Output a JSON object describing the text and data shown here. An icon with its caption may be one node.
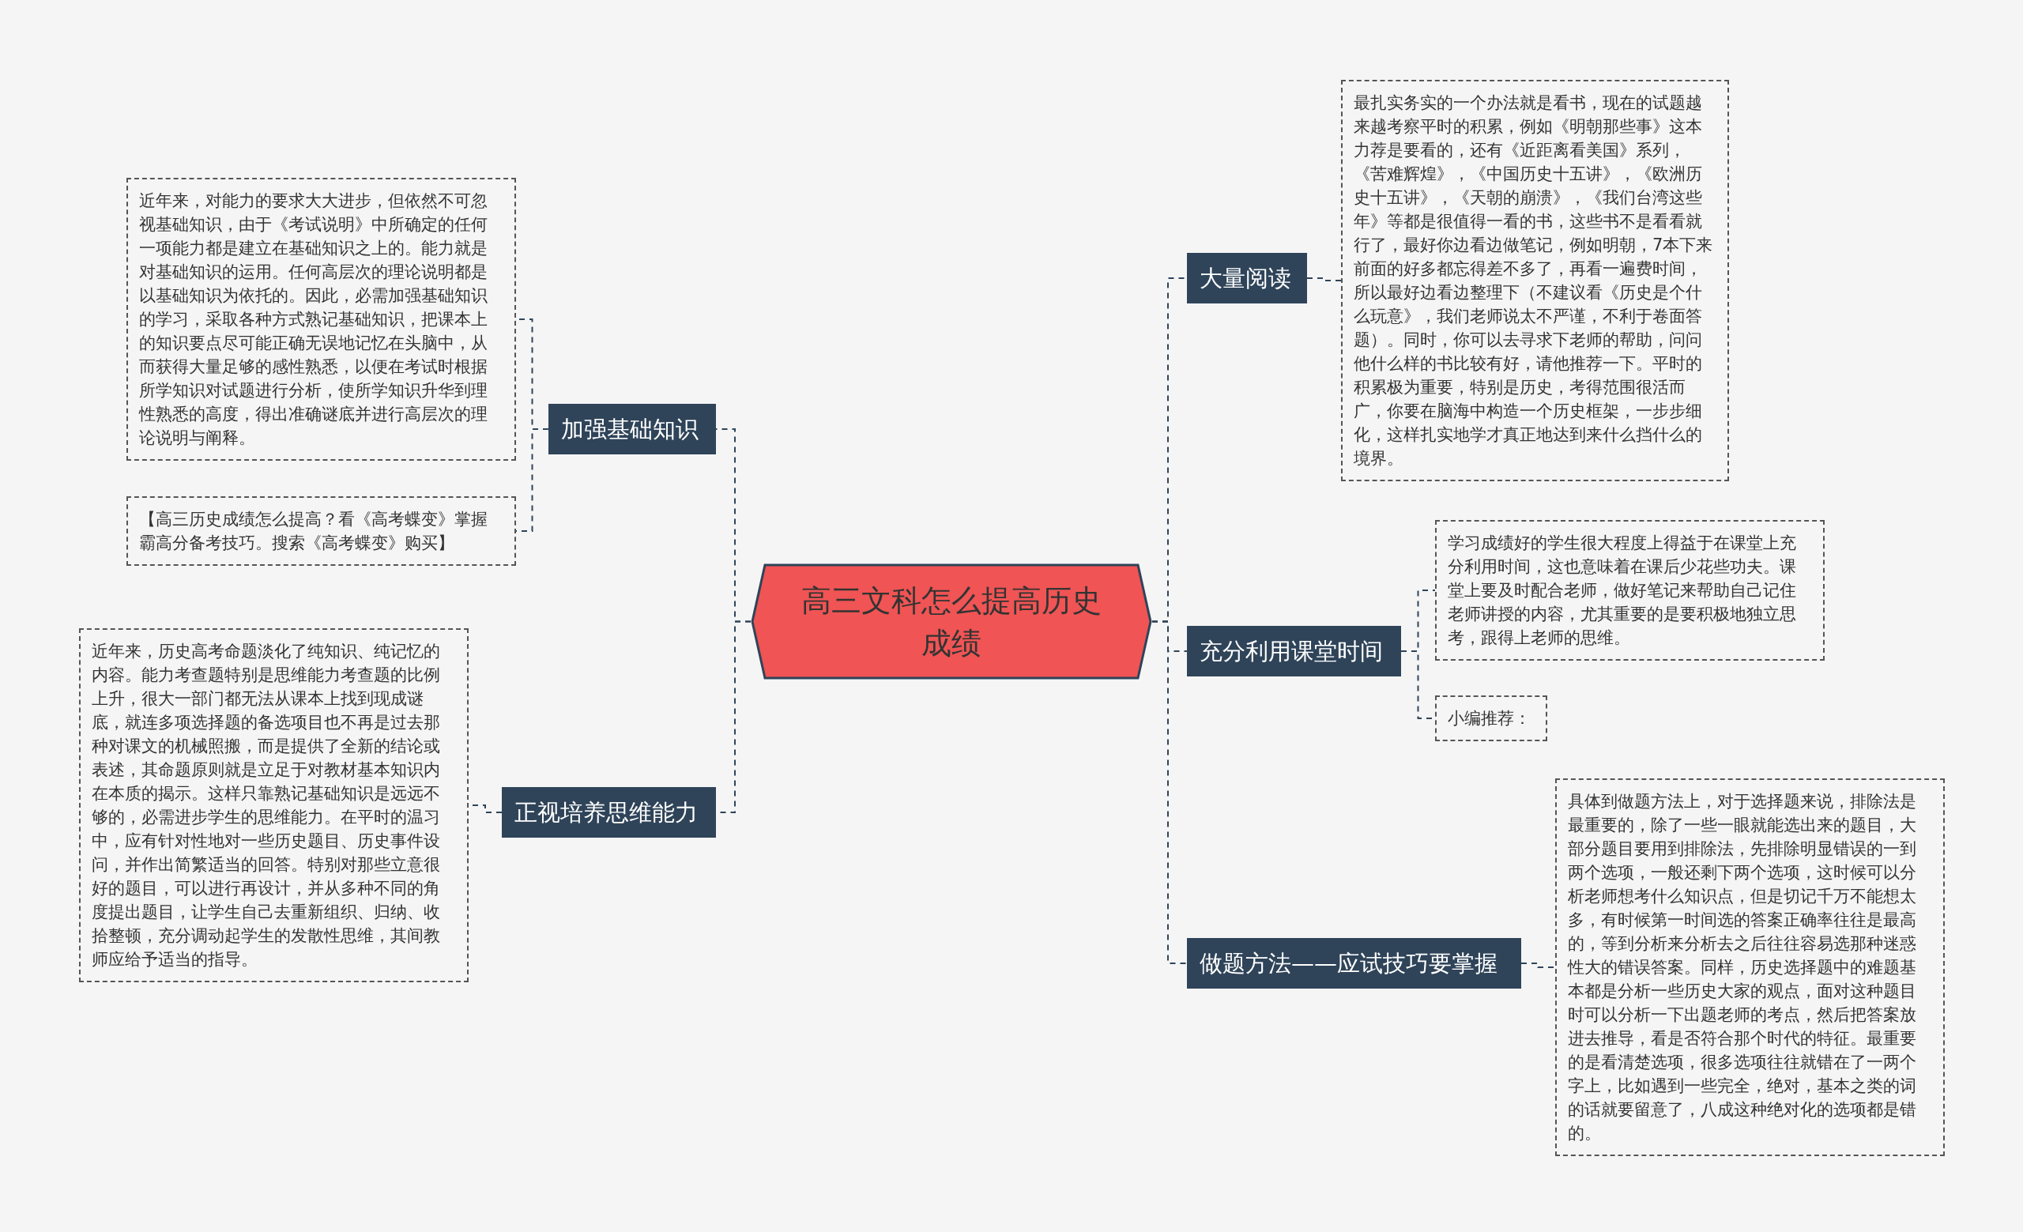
{
  "diagram": {
    "nodes": [
      {
        "text": [
          "高三文科怎么提高历史成绩"
        ]
      },
      {
        "text": [
          "加强基础知识"
        ]
      },
      {
        "text": [
          "近年来，对能力的要求大大进步，但依然不可忽视基础知识，由于《考试说明》中所确定的任何一项能力都是建立在基础知识之上的。能力就是对基础知识的运用。任何高层次的理论说明都是以基础知识为依托的。因此，必需加强基础知识的学习，采取各种方式熟记基础知识，把课本上的知识要点尽可能正确无误地记忆在头脑中，从而获得大量足够的感性熟悉，以便在考试时根据所学知识对试题进行分析，使所学知识升华到理性熟悉的高度，得出准确谜底并进行高层次的理论说明与阐释。"
        ]
      },
      {
        "text": [
          "【高三历史成绩怎么提高？看《高考蝶变》掌握霸高分备考技巧。搜索《高考蝶变》购买】"
        ]
      },
      {
        "text": [
          "正视培养思维能力"
        ]
      },
      {
        "text": [
          "近年来，历史高考命题淡化了纯知识、纯记忆的内容。能力考查题特别是思维能力考查题的比例上升，很大一部门都无法从课本上找到现成谜底，就连多项选择题的备选项目也不再是过去那种对课文的机械照搬，而是提供了全新的结论或表述，其命题原则就是立足于对教材基本知识内在本质的揭示。这样只靠熟记基础知识是远远不够的，必需进步学生的思维能力。在平时的温习中，应有针对性地对一些历史题目、历史事件设问，并作出简繁适当的回答。特别对那些立意很好的题目，可以进行再设计，并从多种不同的角度提出题目，让学生自己去重新组织、归纳、收拾整顿，充分调动起学生的发散性思维，其间教师应给予适当的指导。"
        ]
      },
      {
        "text": [
          "大量阅读"
        ]
      },
      {
        "text": [
          "最扎实务实的一个办法就是看书，现在的试题越来越考察平时的积累，例如《明朝那些事》这本力荐是要看的，还有《近距离看美国》系列，《苦难辉煌》，《中国历史十五讲》，《欧洲历史十五讲》，《天朝的崩溃》，《我们台湾这些年》等都是很值得一看的书，这些书不是看看就行了，最好你边看边做笔记，例如明朝，7本下来前面的好多都忘得差不多了，再看一遍费时间，所以最好边看边整理下（不建议看《历史是个什么玩意》，我们老师说太不严谨，不利于卷面答题）。同时，你可以去寻求下老师的帮助，问问他什么样的书比较有好，请他推荐一下。平时的积累极为重要，特别是历史，考得范围很活而广，你要在脑海中构造一个历史框架，一步步细化，这样扎实地学才真正地达到来什么挡什么的境界。"
        ]
      },
      {
        "text": [
          "充分利用课堂时间"
        ]
      },
      {
        "text": [
          "学习成绩好的学生很大程度上得益于在课堂上充分利用时间，这也意味着在课后少花些功夫。课堂上要及时配合老师，做好笔记来帮助自己记住老师讲授的内容，尤其重要的是要积极地独立思考，跟得上老师的思维。"
        ]
      },
      {
        "text": [
          "小编推荐："
        ]
      },
      {
        "text": [
          "做题方法——应试技巧要掌握"
        ]
      },
      {
        "text": [
          "具体到做题方法上，对于选择题来说，排除法是最重要的，除了一些一眼就能选出来的题目，大部分题目要用到排除法，先排除明显错误的一到两个选项，一般还剩下两个选项，这时候可以分析老师想考什么知识点，但是切记千万不能想太多，有时候第一时间选的答案正确率往往是最高的，等到分析来分析去之后往往容易选那种迷惑性大的错误答案。同样，历史选择题中的难题基本都是分析一些历史大家的观点，面对这种题目时可以分析一下出题老师的考点，然后把答案放进去推导，看是否符合那个时代的特征。最重要的是看清楚选项，很多选项往往就错在了一两个字上，比如遇到一些完全，绝对，基本之类的词的话就要留意了，八成这种绝对化的选项都是错的。"
        ]
      }
    ],
    "edges": [
      {
        "from": 0,
        "to": 1,
        "arrow": "none",
        "style": "dashed"
      },
      {
        "from": 1,
        "to": 2,
        "arrow": "none",
        "style": "dashed"
      },
      {
        "from": 1,
        "to": 3,
        "arrow": "none",
        "style": "dashed"
      },
      {
        "from": 0,
        "to": 4,
        "arrow": "none",
        "style": "dashed"
      },
      {
        "from": 4,
        "to": 5,
        "arrow": "none",
        "style": "dashed"
      },
      {
        "from": 0,
        "to": 6,
        "arrow": "none",
        "style": "dashed"
      },
      {
        "from": 6,
        "to": 7,
        "arrow": "none",
        "style": "dashed"
      },
      {
        "from": 0,
        "to": 8,
        "arrow": "none",
        "style": "dashed"
      },
      {
        "from": 8,
        "to": 9,
        "arrow": "none",
        "style": "dashed"
      },
      {
        "from": 8,
        "to": 10,
        "arrow": "none",
        "style": "dashed"
      },
      {
        "from": 0,
        "to": 11,
        "arrow": "none",
        "style": "dashed"
      },
      {
        "from": 11,
        "to": 12,
        "arrow": "none",
        "style": "dashed"
      }
    ]
  }
}
